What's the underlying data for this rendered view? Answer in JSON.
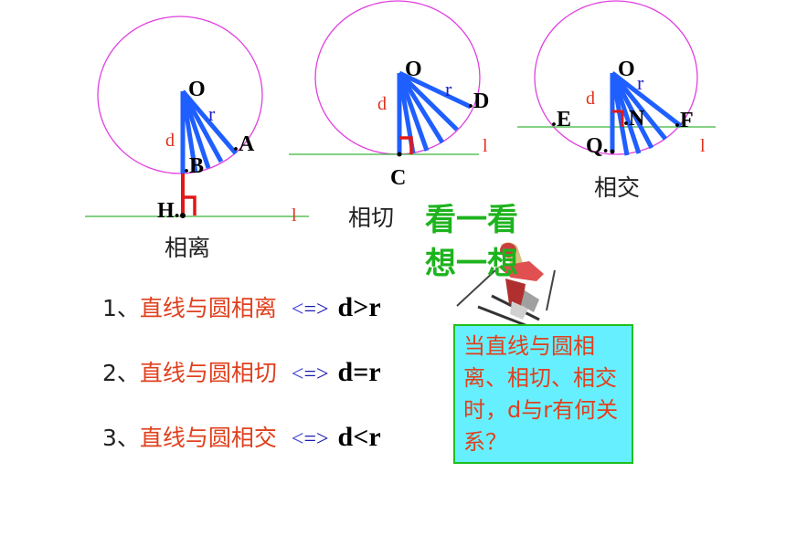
{
  "figures": {
    "separate": {
      "center": "O",
      "radius": "r",
      "distance": "d",
      "point_a": ".A",
      "point_b": ".B",
      "foot": "H.",
      "line": "l",
      "caption": "相离"
    },
    "tangent": {
      "center": "O",
      "radius": "r",
      "distance": "d",
      "point_d": ".D",
      "tangent_point": "C",
      "line": "l",
      "caption": "相切"
    },
    "intersect": {
      "center": "O",
      "radius": "r",
      "distance": "d",
      "point_e": ".E",
      "point_n": ".N",
      "point_f": ".F",
      "foot": "Q.",
      "line": "l",
      "caption": "相交"
    }
  },
  "heading": {
    "line1": "看一看",
    "line2": "想一想"
  },
  "relations": [
    {
      "num": "1、",
      "text": "直线与圆相离",
      "arrow_left": "<",
      "arrow_rest": "=>",
      "condition": "d>r"
    },
    {
      "num": "2、",
      "text": "直线与圆相切",
      "arrow_left": "<",
      "arrow_rest": "=>",
      "condition": "d=r"
    },
    {
      "num": "3、",
      "text": "直线与圆相交",
      "arrow_left": "<",
      "arrow_rest": "=>",
      "condition": "d<r"
    }
  ],
  "question": "当直线与圆相离、相切、相交时，d与r有何关系？",
  "colors": {
    "circle": "#e040e0",
    "line": "#3cb43c",
    "segments": "#1f5fff",
    "right_angle": "#e01818",
    "label_red": "#e0301e",
    "label_blue": "#1f1fbf",
    "heading_green": "#1db31d",
    "box_fill": "#66f0ff",
    "box_border": "#1fbf1f"
  },
  "icons": [
    "skier-clipart"
  ]
}
